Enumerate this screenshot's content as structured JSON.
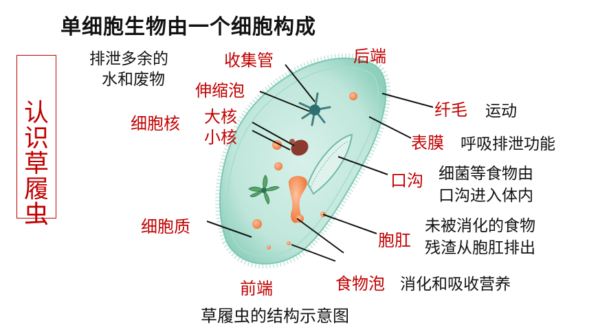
{
  "title": "单细胞生物由一个细胞构成",
  "side_label": "认识草履虫",
  "caption": "草履虫的结构示意图",
  "colors": {
    "label_red": "#c00000",
    "body_fill": "#b9e3d7",
    "body_edge": "#7cc7b5",
    "cilia": "#8fc9bc",
    "nucleus": "#8b3a2f",
    "food_vacuole": "#f28a50",
    "contractile": "#3f7f80"
  },
  "labels": {
    "shoukongguan": "收集管",
    "houduan": "后端",
    "shensuopao": "伸缩泡",
    "xibaohe": "细胞核",
    "dahe": "大核",
    "xiaohe": "小核",
    "xianmao": "纤毛",
    "biaomo": "表膜",
    "kougou": "口沟",
    "xibaozhi": "细胞质",
    "baogang": "胞肛",
    "shiwupao": "食物泡",
    "qianduan": "前端"
  },
  "descriptions": {
    "paixie_1": "排泄多余的",
    "paixie_2": "水和废物",
    "yundong": "运动",
    "huxi": "呼吸排泄功能",
    "kougou_1": "细菌等食物由",
    "kougou_2": "口沟进入体内",
    "baogang_1": "未被消化的食物",
    "baogang_2": "残渣从胞肛排出",
    "shiwupao": "消化和吸收营养"
  }
}
